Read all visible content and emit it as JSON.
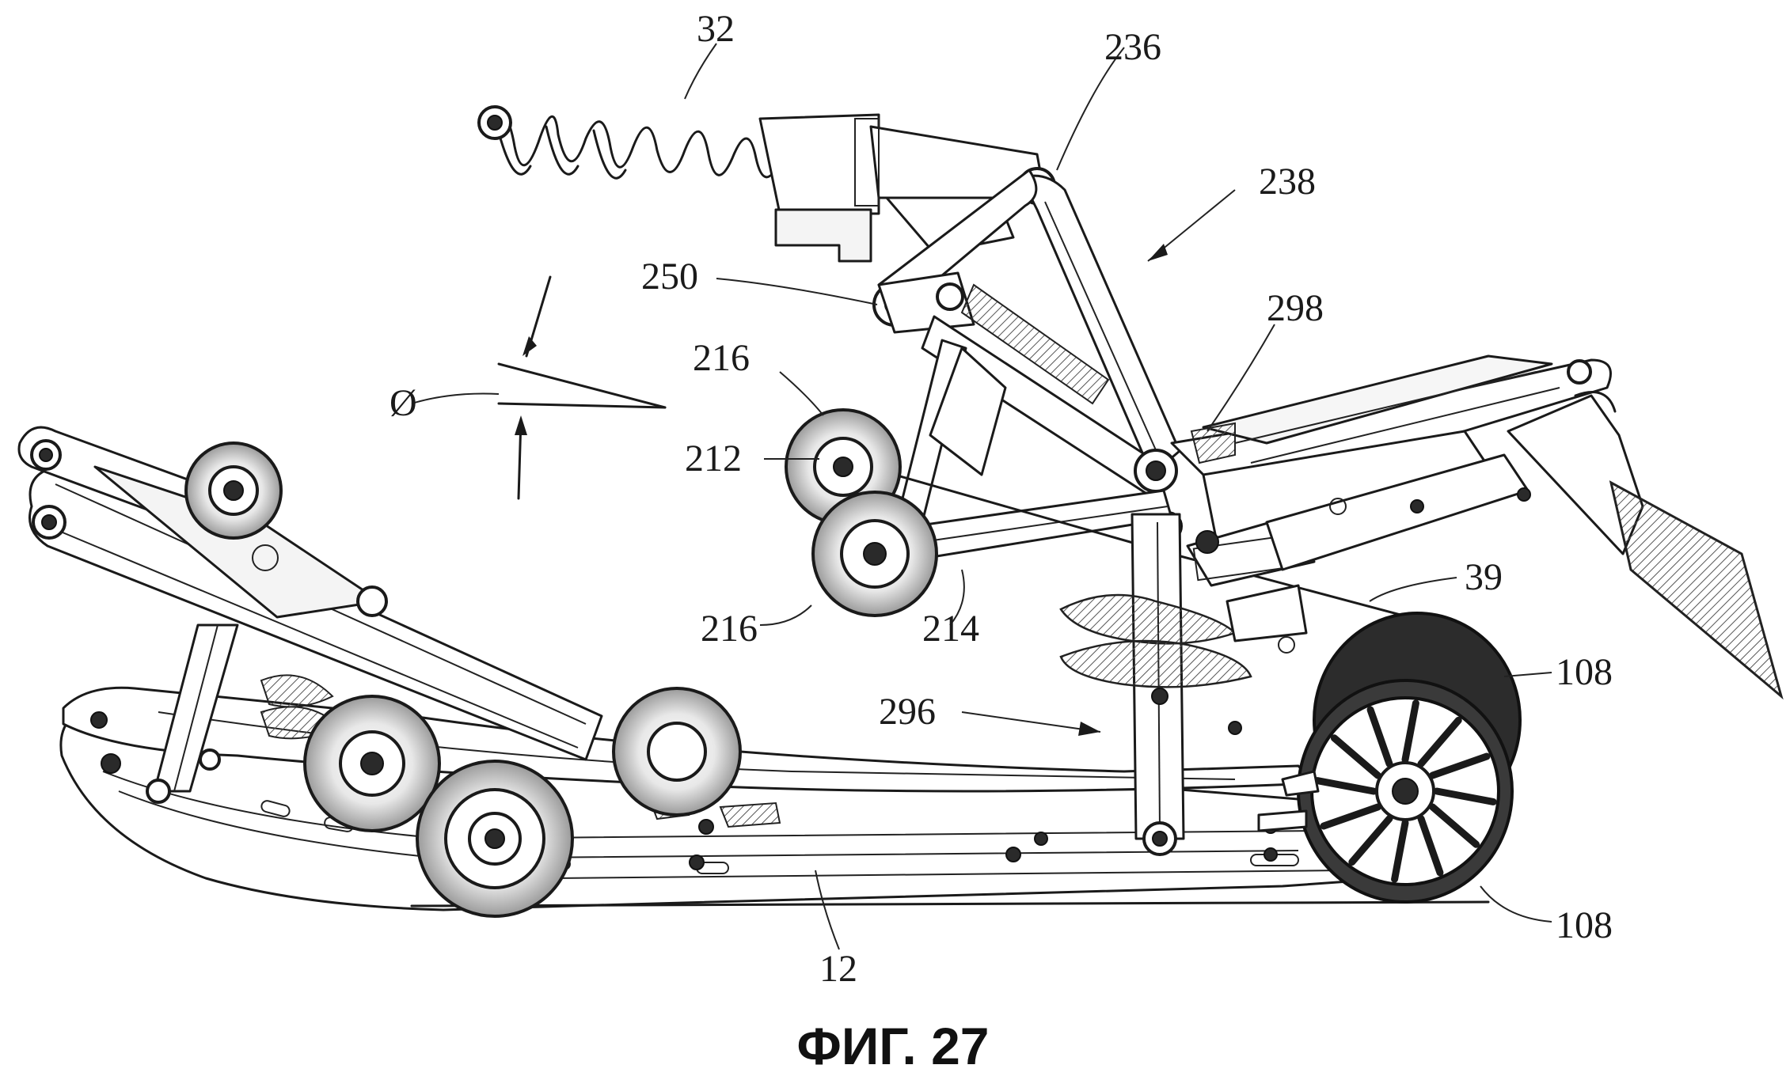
{
  "figure": {
    "caption": "ФИГ. 27",
    "angle_symbol": "Ø",
    "reference_numerals": {
      "n32": "32",
      "n236": "236",
      "n238": "238",
      "n250": "250",
      "n298": "298",
      "n216_top": "216",
      "n212": "212",
      "n216_bottom": "216",
      "n214": "214",
      "n39": "39",
      "n108_top": "108",
      "n296": "296",
      "n108_bottom": "108",
      "n12": "12"
    }
  }
}
